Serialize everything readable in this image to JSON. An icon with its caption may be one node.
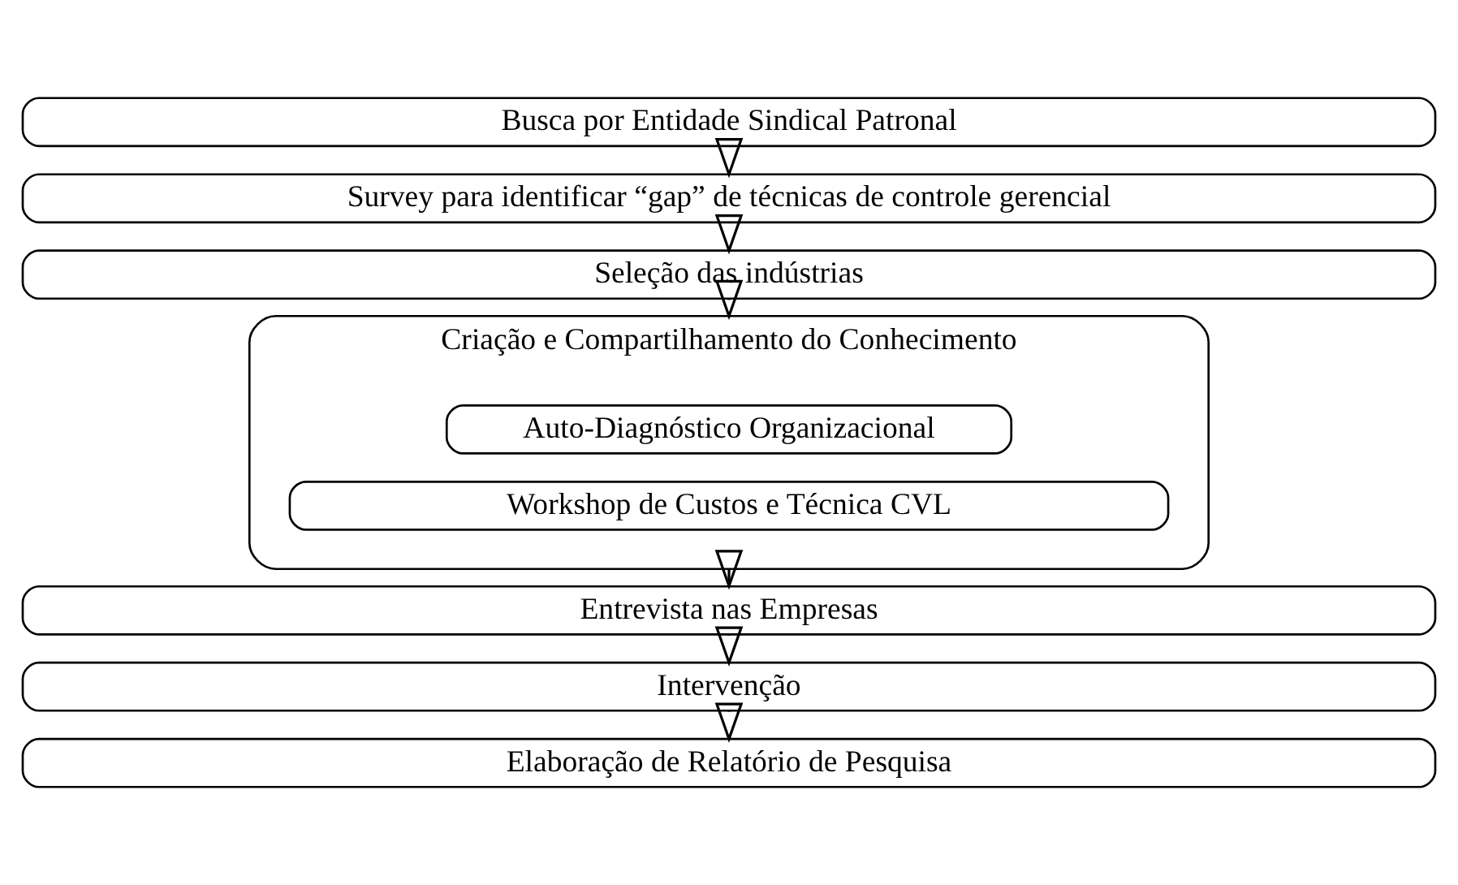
{
  "diagram": {
    "nodes": [
      {
        "text": [
          "Busca por Entidade Sindical Patronal"
        ]
      },
      {
        "text": [
          "Survey para identificar “gap” de técnicas de controle gerencial"
        ]
      },
      {
        "text": [
          "Seleção das indústrias"
        ]
      },
      {
        "text": [
          "Criação e Compartilhamento do Conhecimento"
        ]
      },
      {
        "text": [
          "Auto-Diagnóstico Organizacional"
        ],
        "in": 3
      },
      {
        "text": [
          "Workshop de Custos e Técnica CVL"
        ],
        "in": 3
      },
      {
        "text": [
          "Entrevista nas Empresas"
        ]
      },
      {
        "text": [
          "Intervenção"
        ]
      },
      {
        "text": [
          "Elaboração de Relatório de Pesquisa"
        ]
      }
    ],
    "edges": [
      {
        "from": 0,
        "to": 1,
        "arrow": "to"
      },
      {
        "from": 1,
        "to": 2,
        "arrow": "to"
      },
      {
        "from": 2,
        "to": 3,
        "arrow": "to"
      },
      {
        "from": 3,
        "to": 6,
        "arrow": "to"
      },
      {
        "from": 6,
        "to": 7,
        "arrow": "to"
      },
      {
        "from": 7,
        "to": 8,
        "arrow": "to"
      }
    ]
  }
}
